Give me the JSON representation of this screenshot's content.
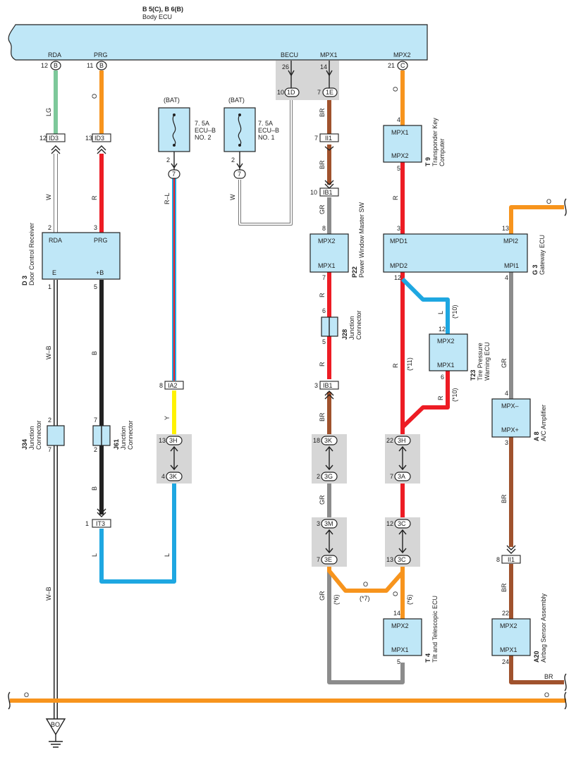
{
  "colors": {
    "LG": "#7dc89a",
    "O": "#f7941d",
    "R": "#ed1c24",
    "W": "#ffffff",
    "B": "#222222",
    "BR": "#a0522d",
    "GR": "#8c8c8c",
    "Y": "#fff200",
    "L": "#1ea7e1",
    "ecu_fill": "#bfe7f7",
    "connector_gray": "#d6d6d6"
  },
  "body_ecu": {
    "code": "B 5(C), B 6(B)",
    "name": "Body ECU",
    "terminals": [
      {
        "label": "RDA",
        "pin": "12",
        "conn": "B"
      },
      {
        "label": "PRG",
        "pin": "11",
        "conn": "B"
      },
      {
        "label": "BECU",
        "pin": "26",
        "conn": ""
      },
      {
        "label": "MPX1",
        "pin": "14",
        "conn": ""
      },
      {
        "label": "MPX2",
        "pin": "21",
        "conn": "C"
      }
    ],
    "becu_join": {
      "pin": "10",
      "conn": "1D"
    },
    "mpx1_join": {
      "pin": "7",
      "conn": "1E"
    }
  },
  "wire_labels": [
    "LG",
    "O",
    "O",
    "R–L",
    "W",
    "BR",
    "BR",
    "W",
    "R",
    "GR",
    "R",
    "R",
    "R",
    "BR",
    "R",
    "L",
    "(*10)",
    "GR",
    "R",
    "(*11)",
    "R",
    "(*10)",
    "W–B",
    "B",
    "Y",
    "B",
    "BR",
    "L",
    "L",
    "GR",
    "O",
    "(*7)",
    "(*6)",
    "O",
    "(*6)",
    "GR",
    "BR",
    "BR",
    "W–B",
    "O",
    "O",
    "O",
    "BR"
  ],
  "junctions": [
    {
      "pin": "12",
      "name": "ID3"
    },
    {
      "pin": "13",
      "name": "ID3"
    },
    {
      "pin": "7",
      "name": "II1"
    },
    {
      "pin": "10",
      "name": "IB1"
    },
    {
      "pin": "8",
      "name": "IA2"
    },
    {
      "pin": "3",
      "name": "IB1"
    },
    {
      "pin": "1",
      "name": "IT3"
    },
    {
      "pin": "8",
      "name": "II1"
    }
  ],
  "fuses": [
    {
      "supply": "(BAT)",
      "line1": "7. 5A",
      "line2": "ECU–B",
      "line3": "NO. 2",
      "pin": "2",
      "conn": "7"
    },
    {
      "supply": "(BAT)",
      "line1": "7. 5A",
      "line2": "ECU–B",
      "line3": "NO. 1",
      "pin": "2",
      "conn": "7"
    }
  ],
  "components": {
    "d3": {
      "code": "D 3",
      "name": "Door Control Receiver",
      "t1": "RDA",
      "t2": "PRG",
      "t3": "E",
      "t4": "+B",
      "p1": "2",
      "p2": "3",
      "p3": "1",
      "p4": "5"
    },
    "t9": {
      "code": "T 9",
      "name1": "Transponder Key",
      "name2": "Computer",
      "t1": "MPX1",
      "t2": "MPX2",
      "p1": "4",
      "p2": "5"
    },
    "p22": {
      "code": "P22",
      "name": "Power Window Master SW",
      "t1": "MPX2",
      "t2": "MPX1",
      "p1": "8",
      "p2": "7"
    },
    "g3": {
      "code": "G 3",
      "name": "Gateway ECU",
      "t1": "MPD1",
      "t2": "MPD2",
      "t3": "MPI2",
      "t4": "MPI1",
      "p1": "3",
      "p2": "12",
      "p3": "13",
      "p4": "4"
    },
    "j28": {
      "code": "J28",
      "name1": "Junction",
      "name2": "Connector",
      "p1": "6",
      "p2": "5"
    },
    "t23": {
      "code": "T23",
      "name1": "Tire Pressure",
      "name2": "Warning ECU",
      "t1": "MPX2",
      "t2": "MPX1",
      "p1": "12",
      "p2": "6"
    },
    "a8": {
      "code": "A 8",
      "name": "A/C Amplifier",
      "t1": "MPX–",
      "t2": "MPX+",
      "p1": "4",
      "p2": "3"
    },
    "j34": {
      "code": "J34",
      "name1": "Junction",
      "name2": "Connector",
      "p1": "2",
      "p2": "7"
    },
    "j61": {
      "code": "J61",
      "name1": "Junction",
      "name2": "Connector",
      "p1": "7",
      "p2": "2"
    },
    "t4": {
      "code": "T 4",
      "name": "Tilt and Telescopic ECU",
      "t1": "MPX2",
      "t2": "MPX1",
      "p1": "14",
      "p2": "5"
    },
    "a20": {
      "code": "A20",
      "name": "Airbag Sensor Assembly",
      "t1": "MPX2",
      "t2": "MPX1",
      "p1": "22",
      "p2": "24"
    }
  },
  "inline_connectors": [
    {
      "pin": "13",
      "conn": "3H"
    },
    {
      "pin": "4",
      "conn": "3K"
    },
    {
      "pin": "18",
      "conn": "3K"
    },
    {
      "pin": "2",
      "conn": "3G"
    },
    {
      "pin": "3",
      "conn": "3M"
    },
    {
      "pin": "7",
      "conn": "3E"
    },
    {
      "pin": "22",
      "conn": "3H"
    },
    {
      "pin": "7",
      "conn": "3A"
    },
    {
      "pin": "12",
      "conn": "3C"
    },
    {
      "pin": "13",
      "conn": "3C"
    }
  ],
  "ground": {
    "label": "BO"
  }
}
